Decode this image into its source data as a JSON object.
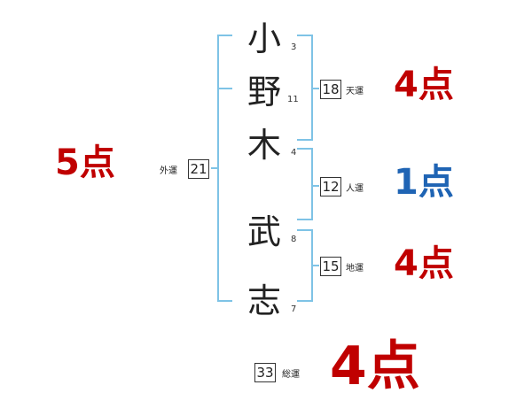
{
  "name_chars": [
    {
      "char": "小",
      "strokes": "3"
    },
    {
      "char": "野",
      "strokes": "11"
    },
    {
      "char": "木",
      "strokes": "4"
    },
    {
      "char": "武",
      "strokes": "8"
    },
    {
      "char": "志",
      "strokes": "7"
    }
  ],
  "fortunes": {
    "gaiun": {
      "label": "外運",
      "value": "21",
      "score": "5",
      "unit": "点",
      "color": "#c00000"
    },
    "tenun": {
      "label": "天運",
      "value": "18",
      "score": "4",
      "unit": "点",
      "color": "#c00000"
    },
    "jinun": {
      "label": "人運",
      "value": "12",
      "score": "1",
      "unit": "点",
      "color": "#1f64b4"
    },
    "chiun": {
      "label": "地運",
      "value": "15",
      "score": "4",
      "unit": "点",
      "color": "#c00000"
    },
    "souun": {
      "label": "総運",
      "value": "33",
      "score": "4",
      "unit": "点",
      "color": "#c00000"
    }
  },
  "bracket_color": "#7ec3e6"
}
